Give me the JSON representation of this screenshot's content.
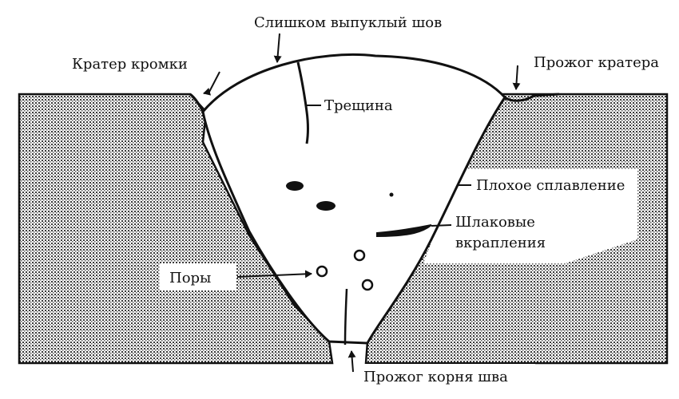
{
  "labels": {
    "convex_weld": "Слишком выпуклый шов",
    "edge_crater": "Кратер кромки",
    "crater_burn": "Прожог кратера",
    "crack": "Трещина",
    "poor_fusion": "Плохое сплавление",
    "slag_line1": "Шлаковые",
    "slag_line2": "вкрапления",
    "pores": "Поры",
    "root_burn": "Прожог корня шва"
  },
  "colors": {
    "ink": "#111111",
    "background": "#ffffff",
    "base_metal_fill": "dotted-halftone"
  },
  "icons": {
    "arrow": "arrowhead",
    "callout": "leader-line"
  }
}
